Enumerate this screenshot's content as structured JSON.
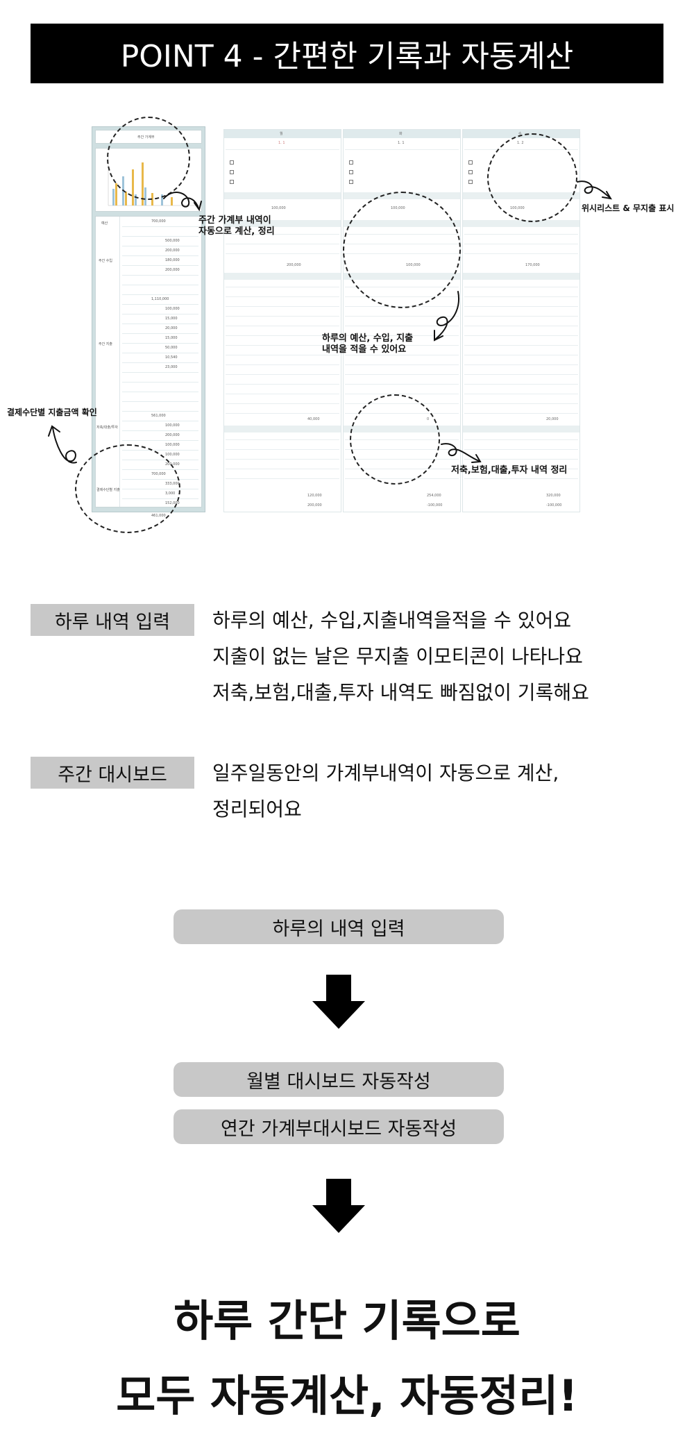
{
  "header": {
    "title": "POINT 4 - 간편한 기록과 자동계산"
  },
  "illustration": {
    "dashboard": {
      "title": "주간 가계부",
      "row_labels": [
        "예산",
        "주간 수입",
        "주간 지출",
        "저축/대출/투자",
        "결제수단별 지출"
      ],
      "values": [
        "700,000",
        "500,000",
        "200,000",
        "180,000",
        "200,000",
        "1,110,000",
        "100,000",
        "15,000",
        "20,000",
        "15,000",
        "50,000",
        "10,540",
        "23,000",
        "561,000",
        "100,000",
        "200,000",
        "100,000",
        "100,000",
        "200,000",
        "700,000",
        "333,000",
        "3,000",
        "152,000",
        "461,000"
      ]
    },
    "sheets": [
      {
        "day": "월",
        "date": "1. 1",
        "budget": "100,000",
        "total": "200,000",
        "sum1": "40,000",
        "sum2": "120,000",
        "bal": "200,000"
      },
      {
        "day": "화",
        "date": "1. 1",
        "budget": "100,000",
        "total": "100,000",
        "sum1": "0",
        "sum2": "254,000",
        "bal": "-100,000"
      },
      {
        "day": "수",
        "date": "1. 2",
        "budget": "100,000",
        "total": "170,000",
        "sum1": "20,000",
        "sum2": "320,000",
        "bal": "-100,000"
      }
    ],
    "annotations": {
      "weekly": [
        "주간 가계부 내역이",
        "자동으로 계산, 정리"
      ],
      "wishlist": "위시리스트 & 무지출 표시",
      "daily": [
        "하루의 예산, 수입, 지출",
        "내역을 적을 수 있어요"
      ],
      "payment": "결제수단별 지출금액 확인",
      "savings": "저축,보험,대출,투자 내역 정리"
    }
  },
  "features": [
    {
      "tag": "하루 내역 입력",
      "lines": [
        "하루의 예산, 수입,지출내역을적을 수 있어요",
        "지출이 없는 날은 무지출 이모티콘이 나타나요",
        "저축,보험,대출,투자 내역도 빠짐없이 기록해요"
      ]
    },
    {
      "tag": "주간 대시보드",
      "lines": [
        "일주일동안의 가계부내역이 자동으로 계산,",
        "정리되어요"
      ]
    }
  ],
  "flow": {
    "step1": "하루의 내역 입력",
    "step2": "월별 대시보드 자동작성",
    "step3": "연간 가계부대시보드 자동작성"
  },
  "headline": {
    "line1": "하루 간단 기록으로",
    "line2": "모두 자동계산, 자동정리!"
  },
  "colors": {
    "accent_bar": "#000000",
    "tag_bg": "#c8c8c8",
    "sheet_tint": "#cfdfe1"
  }
}
